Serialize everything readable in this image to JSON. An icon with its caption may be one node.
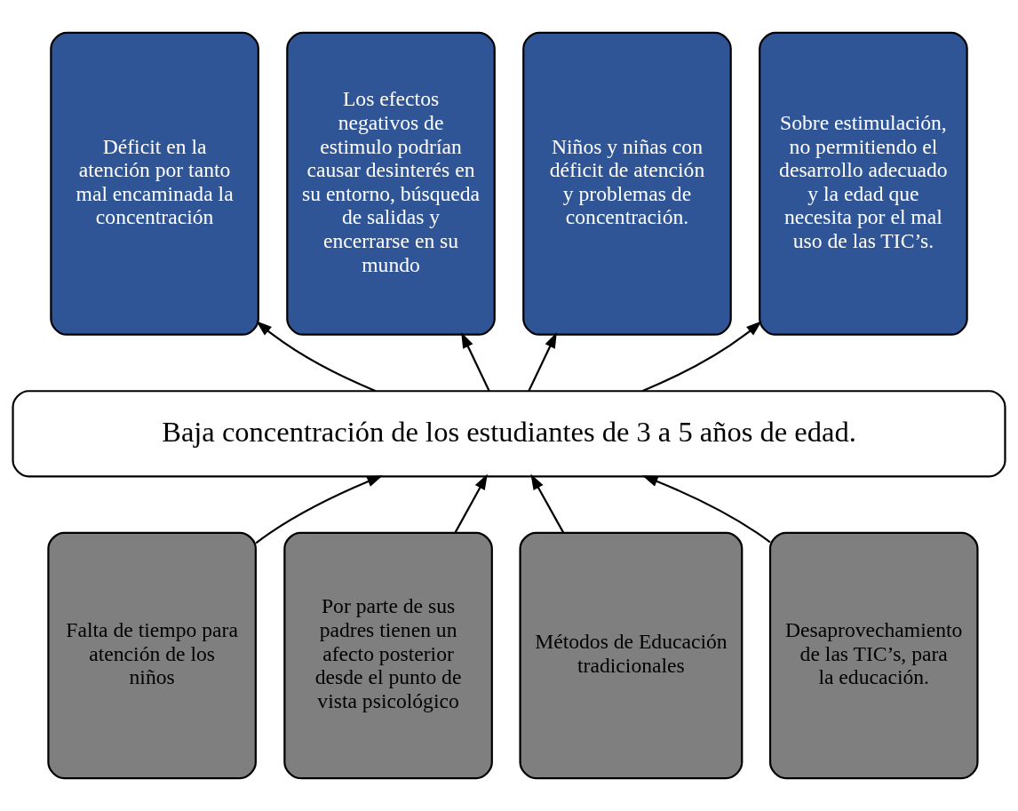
{
  "diagram": {
    "nodes": [
      {
        "text": [
          "Déficit en la atención por tanto mal encaminada la concentración"
        ]
      },
      {
        "text": [
          "Los efectos negativos de estimulo podrían causar desinterés en su entorno, búsqueda de salidas y encerrarse en su mundo"
        ]
      },
      {
        "text": [
          "Niños y niñas con déficit de atención y problemas de concentración."
        ]
      },
      {
        "text": [
          "Sobre estimulación, no permitiendo el desarrollo adecuado y la edad que necesita por el mal uso de las TIC’s."
        ]
      },
      {
        "text": [
          "Baja concentración de los estudiantes de 3 a 5 años de edad."
        ]
      },
      {
        "text": [
          "Falta de tiempo para atención de los niños"
        ]
      },
      {
        "text": [
          "Por parte de sus padres tienen un afecto posterior desde el punto de vista psicológico"
        ]
      },
      {
        "text": [
          "Métodos de Educación tradicionales"
        ]
      },
      {
        "text": [
          "Desaprovechamiento de las TIC’s, para la educación."
        ]
      }
    ],
    "edges": [
      {
        "from": 4,
        "to": 0,
        "arrow": "to"
      },
      {
        "from": 4,
        "to": 1,
        "arrow": "to"
      },
      {
        "from": 4,
        "to": 2,
        "arrow": "to"
      },
      {
        "from": 4,
        "to": 3,
        "arrow": "to"
      },
      {
        "from": 5,
        "to": 4,
        "arrow": "to"
      },
      {
        "from": 6,
        "to": 4,
        "arrow": "to"
      },
      {
        "from": 7,
        "to": 4,
        "arrow": "to"
      },
      {
        "from": 8,
        "to": 4,
        "arrow": "to"
      }
    ]
  }
}
